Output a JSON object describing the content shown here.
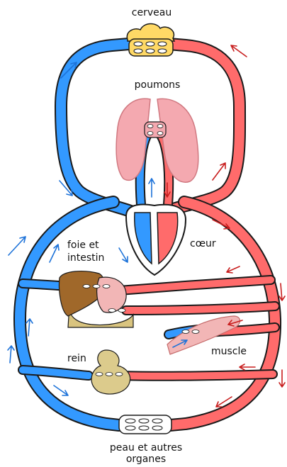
{
  "labels": {
    "brain": "cerveau",
    "lungs": "poumons",
    "heart": "cœur",
    "liver_line1": "foie et",
    "liver_line2": "intestin",
    "kidney": "rein",
    "muscle": "muscle",
    "skin_line1": "peau et autres",
    "skin_line2": "organes"
  },
  "colors": {
    "venous": "#3399ff",
    "arterial": "#ff6b6b",
    "outline": "#1a1a1a",
    "lungs": "#f4a9b0",
    "brain": "#ffd966",
    "liver": "#a0682a",
    "intestine": "#d9c47f",
    "kidney": "#dccb8c",
    "muscle": "#f2b6b6",
    "arrow_blue": "#1e73d9",
    "arrow_red": "#c81e1e"
  }
}
